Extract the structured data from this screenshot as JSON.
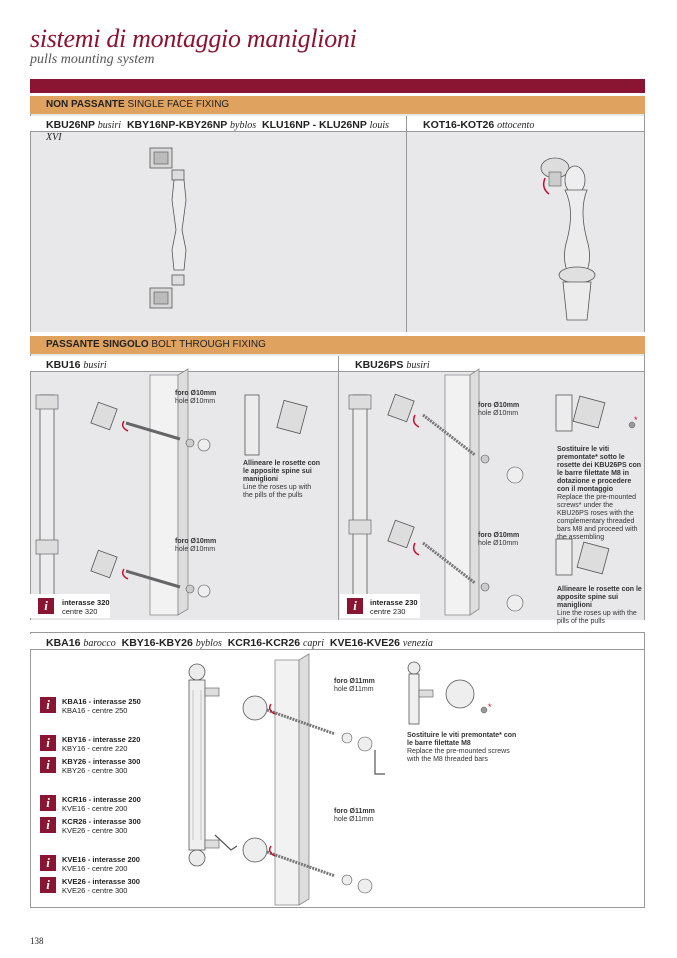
{
  "header": {
    "title": "sistemi di montaggio maniglioni",
    "subtitle": "pulls mounting system"
  },
  "sections": {
    "non_passante": {
      "bold": "NON PASSANTE",
      "text": "SINGLE FACE FIXING"
    },
    "passante": {
      "bold": "PASSANTE SINGOLO",
      "text": "BOLT THROUGH FIXING"
    }
  },
  "panels": {
    "p1": {
      "codes": "KBU26NP",
      "style1": "busiri",
      "codes2": "KBY16NP-KBY26NP",
      "style2": "byblos",
      "codes3": "KLU16NP - KLU26NP",
      "style3": "louis XVI"
    },
    "p2": {
      "codes": "KOT16-KOT26",
      "style": "ottocento"
    },
    "p3": {
      "code": "KBU16",
      "style": "busiri",
      "hole1_it": "foro Ø10mm",
      "hole1_en": "hole Ø10mm",
      "hole2_it": "foro Ø10mm",
      "hole2_en": "hole Ø10mm",
      "note_it": "Allineare le rosette con le apposite spine sui maniglioni",
      "note_en": "Line the roses up with the pills of the pulls",
      "info_it": "interasse 320",
      "info_en": "centre 320"
    },
    "p4": {
      "code": "KBU26PS",
      "style": "busiri",
      "hole1_it": "foro Ø10mm",
      "hole1_en": "hole Ø10mm",
      "hole2_it": "foro Ø10mm",
      "hole2_en": "hole Ø10mm",
      "note1_it": "Sostituire le viti premontate* sotto le rosette dei KBU26PS con le barre filettate M8 in dotazione e procedere con il montaggio",
      "note1_en": "Replace the pre-mounted screws* under the KBU26PS roses with the complementary threaded bars M8 and proceed with the assembling",
      "note2_it": "Allineare le rosette con le apposite spine sui maniglioni",
      "note2_en": "Line the roses up with the pills of the pulls",
      "info_it": "interasse 230",
      "info_en": "centre 230"
    },
    "p5": {
      "codes": "KBA16",
      "style1": "barocco",
      "codes2": "KBY16-KBY26",
      "style2": "byblos",
      "codes3": "KCR16-KCR26",
      "style3": "capri",
      "codes4": "KVE16-KVE26",
      "style4": "venezia",
      "hole1_it": "foro Ø11mm",
      "hole1_en": "hole Ø11mm",
      "hole2_it": "foro Ø11mm",
      "hole2_en": "hole Ø11mm",
      "note_it": "Sostituire le viti premontate* con le barre filettate M8",
      "note_en": "Replace the pre-mounted screws with the M8 threaded bars",
      "items": [
        {
          "it": "KBA16 - interasse 250",
          "en": "KBA16 - centre 250"
        },
        {
          "it": "KBY16 - interasse 220",
          "en": "KBY16 - centre 220"
        },
        {
          "it": "KBY26 - interasse 300",
          "en": "KBY26 - centre 300"
        },
        {
          "it": "KCR16 - interasse 200",
          "en": "KVE16 - centre 200"
        },
        {
          "it": "KCR26 - interasse 300",
          "en": "KVE26 - centre 300"
        },
        {
          "it": "KVE16 - interasse 200",
          "en": "KVE16 - centre 200"
        },
        {
          "it": "KVE26 - interasse 300",
          "en": "KVE26 - centre 300"
        }
      ]
    }
  },
  "badge_letter": "i",
  "asterisk": "*",
  "page_number": "138",
  "colors": {
    "brand": "#8a1533",
    "section": "#e0a35f",
    "panel": "#e8e8ea",
    "arrow": "#c8102e"
  }
}
